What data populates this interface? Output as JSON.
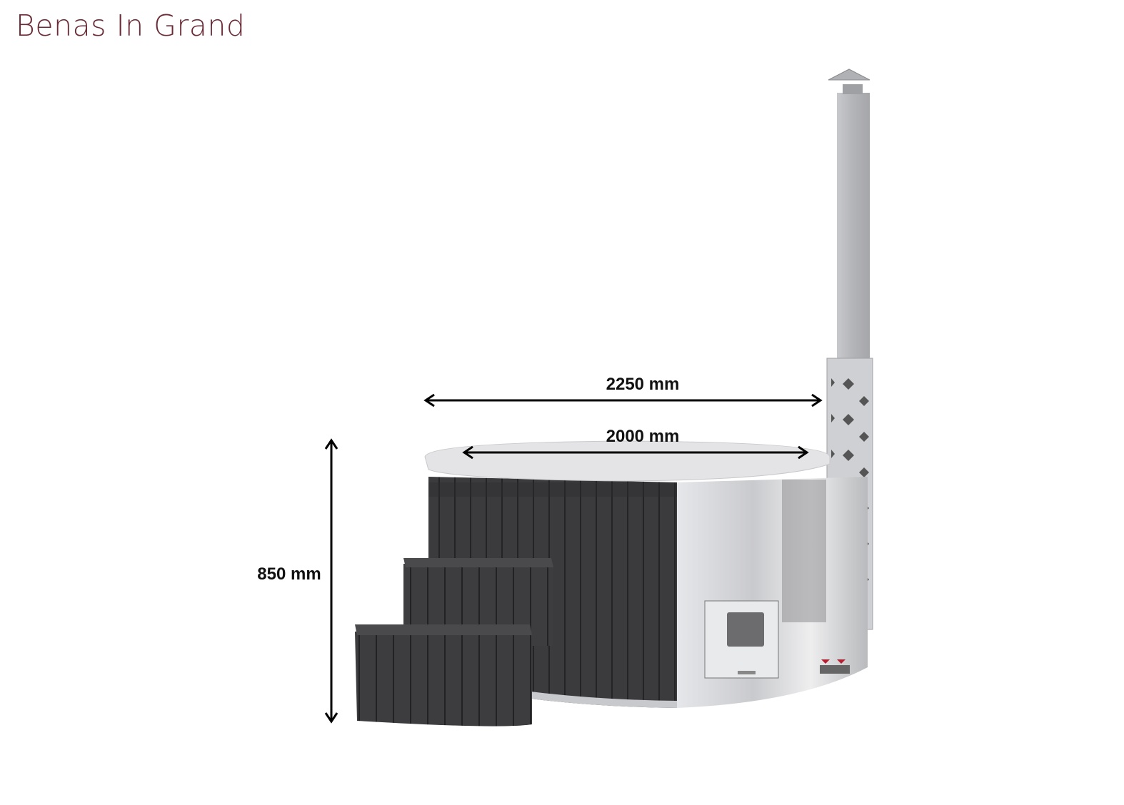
{
  "title": "Benas In Grand",
  "dimensions": {
    "outer_diameter": "2250 mm",
    "inner_diameter": "2000 mm",
    "height": "850 mm"
  },
  "colors": {
    "title": "#6a2a36",
    "wood": "#3b3b3e",
    "steel": "#d8d9dc"
  }
}
